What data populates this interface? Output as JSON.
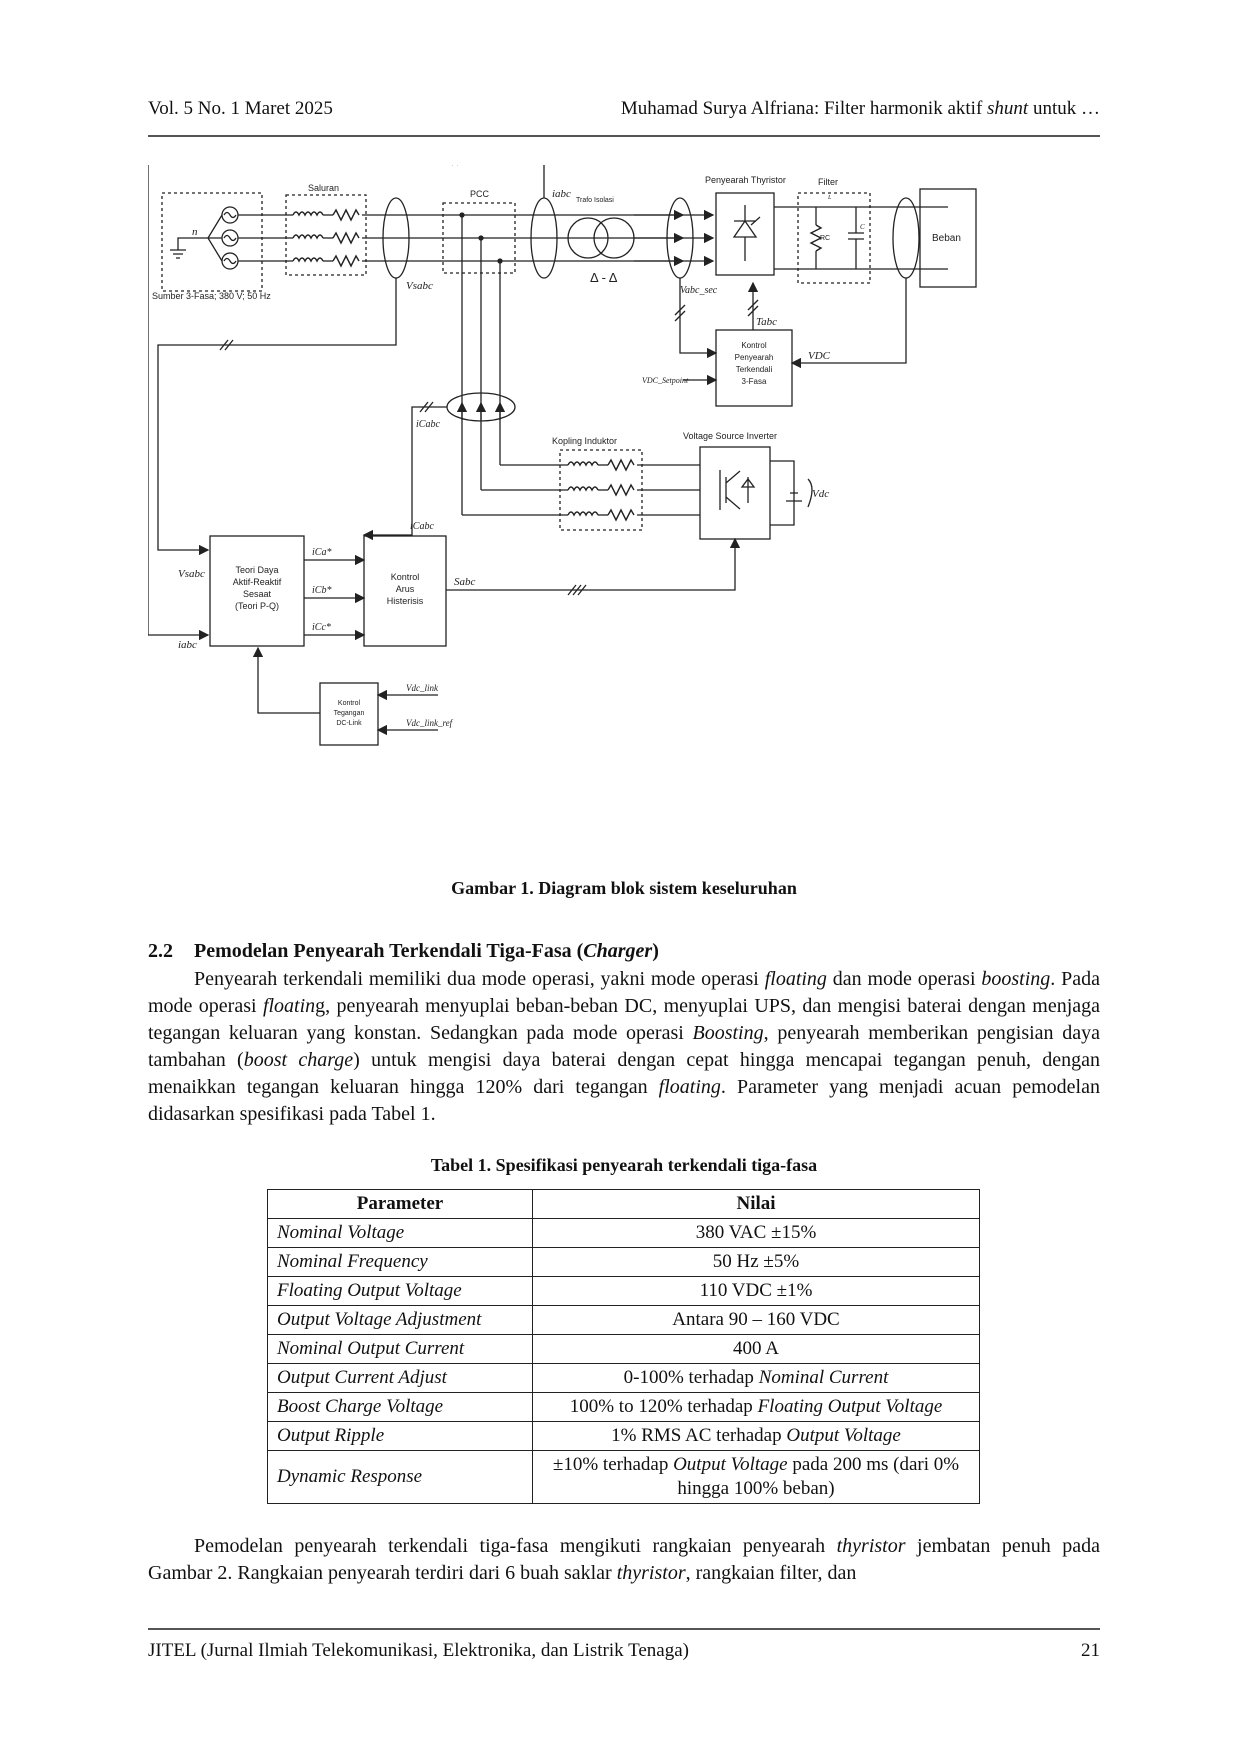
{
  "header": {
    "left": "Vol. 5 No. 1 Maret 2025",
    "right_prefix": "Muhamad Surya Alfriana: Filter harmonik aktif ",
    "right_italic": "shunt",
    "right_suffix": " untuk …"
  },
  "diagram": {
    "labels": {
      "saluran": "Saluran",
      "pcc": "PCC",
      "trafo": "Trafo Isolasi",
      "sumber": "Sumber 3-Fasa; 380 V; 50 Hz",
      "n": "n",
      "vsabc": "Vsabc",
      "iabc": "iabc",
      "delta": "Δ - Δ",
      "vabc_sec": "Vabc_sec",
      "penyearah_thyristor": "Penyearah Thyristor",
      "filter": "Filter",
      "filter_l": "L",
      "filter_rc": "RC",
      "filter_c": "C",
      "beban": "Beban",
      "tabc": "Tabc",
      "kontrol_penyearah": [
        "Kontrol",
        "Penyearah",
        "Terkendali",
        "3-Fasa"
      ],
      "vdc": "VDC",
      "vdc_setpoint": "VDC_Setpoint",
      "icabc": "iCabc",
      "kopling": "Kopling Induktor",
      "vsi": "Voltage Source Inverter",
      "vdc_cap": "Vdc",
      "teori": [
        "Teori Daya",
        "Aktif-Reaktif",
        "Sesaat",
        "(Teori P-Q)"
      ],
      "ica": "iCa*",
      "icb": "iCb*",
      "icc": "iCc*",
      "kontrol_arus": [
        "Kontrol",
        "Arus",
        "Histerisis"
      ],
      "sabc": "Sabc",
      "kontrol_tegangan": [
        "Kontrol",
        "Tegangan",
        "DC-Link"
      ],
      "vdc_link": "Vdc_link",
      "vdc_link_ref": "Vdc_link_ref"
    }
  },
  "figure_caption": "Gambar 1. Diagram blok sistem keseluruhan",
  "section": {
    "number": "2.2",
    "title_prefix": "Pemodelan Penyearah Terkendali Tiga-Fasa (",
    "title_italic": "Charger",
    "title_suffix": ")"
  },
  "paragraph1": {
    "s1": "Penyearah terkendali memiliki dua mode operasi, yakni mode operasi ",
    "i1": "floating",
    "s2": " dan mode operasi ",
    "i2": "boosting",
    "s3": ". Pada mode operasi ",
    "i3": "floatin",
    "s4": "g, penyearah menyuplai beban-beban DC, menyuplai UPS, dan mengisi baterai dengan menjaga tegangan keluaran yang konstan. Sedangkan pada mode operasi ",
    "i4": "Boosting",
    "s5": ", penyearah memberikan pengisian daya tambahan (",
    "i5": "boost charge",
    "s6": ") untuk mengisi daya baterai dengan cepat hingga mencapai tegangan penuh, dengan menaikkan tegangan keluaran hingga 120% dari tegangan ",
    "i6": "floating",
    "s7": ". Parameter yang menjadi acuan pemodelan didasarkan spesifikasi pada Tabel 1."
  },
  "table_caption": "Tabel 1. Spesifikasi penyearah terkendali tiga-fasa",
  "table": {
    "headers": [
      "Parameter",
      "Nilai"
    ],
    "rows": [
      {
        "param": "Nominal Voltage",
        "v1": "380 VAC ±15%",
        "vi": "",
        "v2": ""
      },
      {
        "param": "Nominal Frequency",
        "v1": "50 Hz ±5%",
        "vi": "",
        "v2": ""
      },
      {
        "param": "Floating Output Voltage",
        "v1": "110 VDC ±1%",
        "vi": "",
        "v2": ""
      },
      {
        "param": "Output Voltage Adjustment",
        "v1": "Antara 90 – 160 VDC",
        "vi": "",
        "v2": ""
      },
      {
        "param": "Nominal Output Current",
        "v1": "400 A",
        "vi": "",
        "v2": ""
      },
      {
        "param": "Output Current Adjust",
        "v1": "0-100% terhadap ",
        "vi": "Nominal Current",
        "v2": ""
      },
      {
        "param": "Boost Charge Voltage",
        "v1": "100% to 120% terhadap ",
        "vi": "Floating Output Voltage",
        "v2": ""
      },
      {
        "param": "Output Ripple",
        "v1": "1% RMS AC terhadap ",
        "vi": "Output Voltage",
        "v2": ""
      },
      {
        "param": "Dynamic Response",
        "v1": "±10% terhadap ",
        "vi": "Output Voltage",
        "v2": " pada 200 ms (dari 0% hingga 100% beban)"
      }
    ]
  },
  "paragraph2": {
    "s1": "Pemodelan penyearah terkendali tiga-fasa mengikuti rangkaian penyearah ",
    "i1": "thyristor",
    "s2": " jembatan penuh pada Gambar 2. Rangkaian penyearah terdiri dari 6 buah saklar ",
    "i2": "thyristor",
    "s3": ", rangkaian filter, dan"
  },
  "footer": {
    "left": "JITEL (Jurnal Ilmiah Telekomunikasi, Elektronika, dan Listrik Tenaga)",
    "page": "21"
  }
}
